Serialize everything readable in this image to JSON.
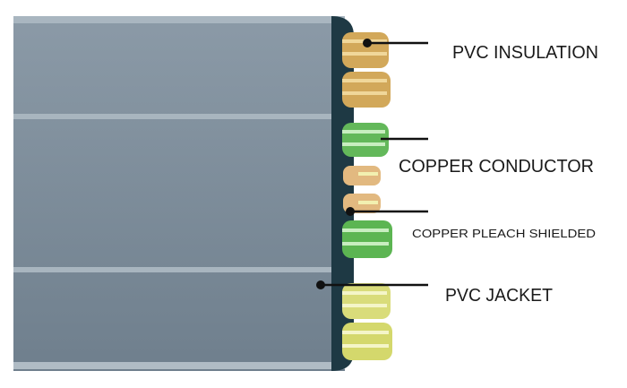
{
  "labels": {
    "pvc_insulation": "PVC INSULATION",
    "copper_conductor": "COPPER CONDUCTOR",
    "copper_shielded": "COPPER PLEACH SHIELDED",
    "pvc_jacket": "PVC JACKET"
  },
  "colors": {
    "jacket": "#7d8d9b",
    "jacket_edge": "#1e3944",
    "gold": "#d2a85a",
    "green": "#63b85a",
    "yellow": "#d9dc7a",
    "tan": "#e2b980"
  }
}
